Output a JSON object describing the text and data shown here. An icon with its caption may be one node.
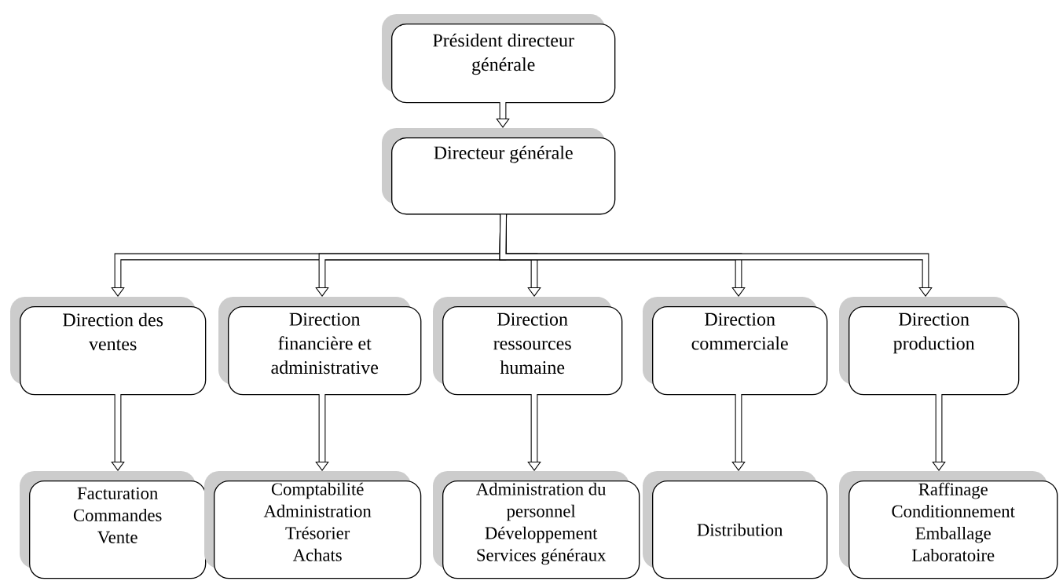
{
  "diagram": {
    "nodes": [
      {
        "text": [
          "Président directeur générale"
        ]
      },
      {
        "text": [
          "Directeur générale"
        ]
      },
      {
        "text": [
          "Direction des ventes"
        ]
      },
      {
        "text": [
          "Direction financière et administrative"
        ]
      },
      {
        "text": [
          "Direction ressources humaine"
        ]
      },
      {
        "text": [
          "Direction commerciale"
        ]
      },
      {
        "text": [
          "Direction production"
        ]
      },
      {
        "text": [
          "Facturation",
          "Commandes",
          "Vente"
        ]
      },
      {
        "text": [
          "Comptabilité",
          "Administration",
          "Trésorier",
          "Achats"
        ]
      },
      {
        "text": [
          "Administration du personnel",
          "Développement",
          "Services généraux"
        ]
      },
      {
        "text": [
          "Distribution"
        ]
      },
      {
        "text": [
          "Raffinage",
          "Conditionnement",
          "Emballage",
          "Laboratoire"
        ]
      }
    ],
    "edges": [
      {
        "from": 0,
        "to": 1,
        "arrow": "to"
      },
      {
        "from": 1,
        "to": 2,
        "arrow": "to"
      },
      {
        "from": 1,
        "to": 3,
        "arrow": "to"
      },
      {
        "from": 1,
        "to": 4,
        "arrow": "to"
      },
      {
        "from": 1,
        "to": 5,
        "arrow": "to"
      },
      {
        "from": 1,
        "to": 6,
        "arrow": "to"
      },
      {
        "from": 2,
        "to": 7,
        "arrow": "to"
      },
      {
        "from": 3,
        "to": 8,
        "arrow": "to"
      },
      {
        "from": 4,
        "to": 9,
        "arrow": "to"
      },
      {
        "from": 5,
        "to": 10,
        "arrow": "to"
      },
      {
        "from": 6,
        "to": 11,
        "arrow": "to"
      }
    ]
  }
}
